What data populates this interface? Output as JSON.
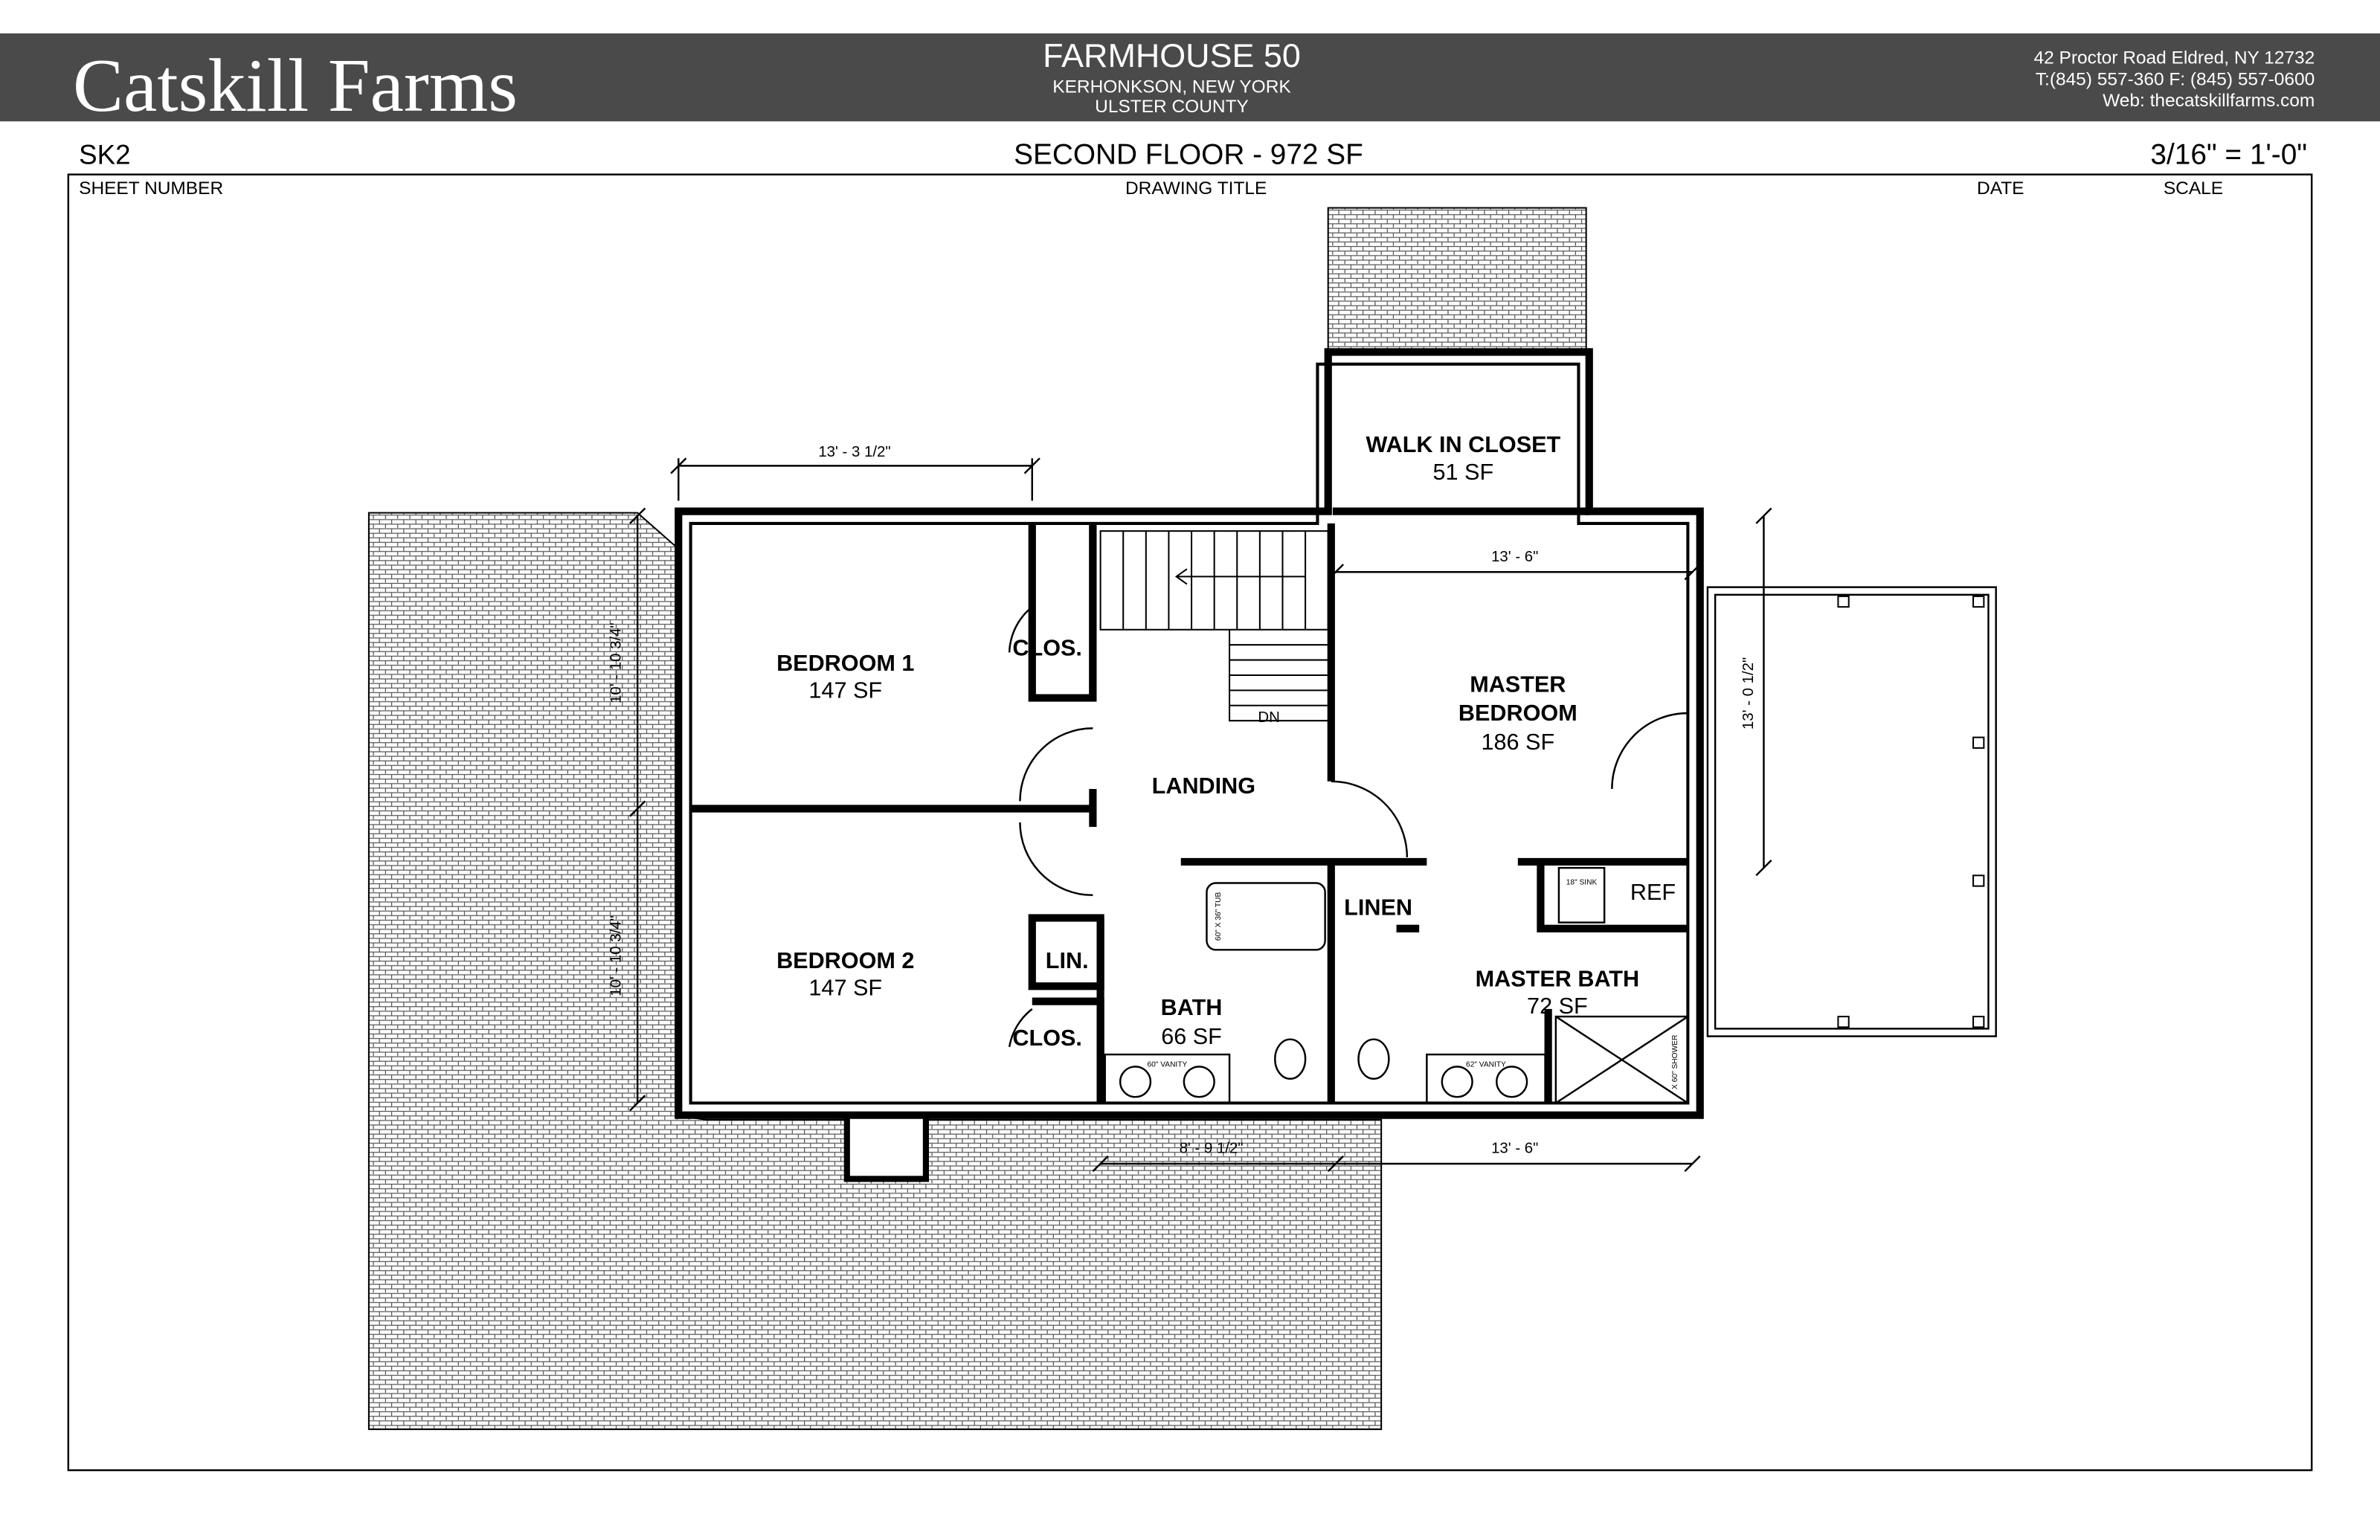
{
  "header": {
    "brand": "Catskill Farms",
    "project_title": "FARMHOUSE 50",
    "location": "KERHONKSON, NEW YORK",
    "county": "ULSTER COUNTY",
    "address": "42 Proctor Road Eldred, NY 12732",
    "phone_fax": "T:(845) 557-360  F: (845) 557-0600",
    "web": "Web: thecatskillfarms.com",
    "bar_color": "#4a4a4a"
  },
  "title_block": {
    "sheet_number": "SK2",
    "drawing_title": "SECOND FLOOR - 972 SF",
    "date": "",
    "scale": "3/16\" = 1'-0\"",
    "labels": {
      "sheet_number": "SHEET NUMBER",
      "drawing_title": "DRAWING TITLE",
      "date": "DATE",
      "scale": "SCALE"
    }
  },
  "rooms": [
    {
      "name": "WALK IN CLOSET",
      "area": "51 SF"
    },
    {
      "name": "BEDROOM 1",
      "area": "147 SF"
    },
    {
      "name": "BEDROOM 2",
      "area": "147 SF"
    },
    {
      "name": "MASTER",
      "name2": "BEDROOM",
      "area": "186 SF"
    },
    {
      "name": "LANDING"
    },
    {
      "name": "BATH",
      "area": "66 SF"
    },
    {
      "name": "MASTER BATH",
      "area": "72 SF"
    },
    {
      "name": "CLOS."
    },
    {
      "name": "CLOS."
    },
    {
      "name": "LIN."
    },
    {
      "name": "LINEN"
    }
  ],
  "fixtures": {
    "tub": "60\" X 36\" TUB",
    "sink": "18\" SINK",
    "ref": "REF",
    "vanity_bath": "60\" VANITY",
    "vanity_master": "62\" VANITY",
    "shower": "X 60\" SHOWER",
    "stair_dn": "DN"
  },
  "dimensions": {
    "bedroom1_width": "13' - 3 1/2\"",
    "master_width_top": "13' - 6\"",
    "master_depth": "13' - 0 1/2\"",
    "bedroom1_depth": "10' - 10 3/4\"",
    "bedroom2_depth": "10' - 10 3/4\"",
    "bath_width": "8' - 9 1/2\"",
    "master_bath_width": "13' - 6\""
  }
}
